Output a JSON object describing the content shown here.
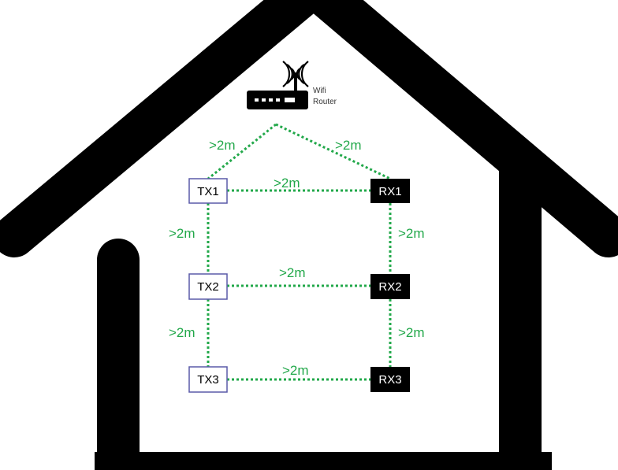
{
  "router": {
    "line1": "Wifi",
    "line2": "Router"
  },
  "devices": {
    "tx1": "TX1",
    "tx2": "TX2",
    "tx3": "TX3",
    "rx1": "RX1",
    "rx2": "RX2",
    "rx3": "RX3"
  },
  "distances": {
    "router_tx1": ">2m",
    "router_rx1": ">2m",
    "tx1_rx1": ">2m",
    "tx2_rx2": ">2m",
    "tx3_rx3": ">2m",
    "tx1_tx2": ">2m",
    "tx2_tx3": ">2m",
    "rx1_rx2": ">2m",
    "rx2_rx3": ">2m"
  },
  "colors": {
    "distance_lines": "#22a84a",
    "house": "#000000",
    "tx_border": "#5a5aa8",
    "rx_fill": "#000000"
  }
}
